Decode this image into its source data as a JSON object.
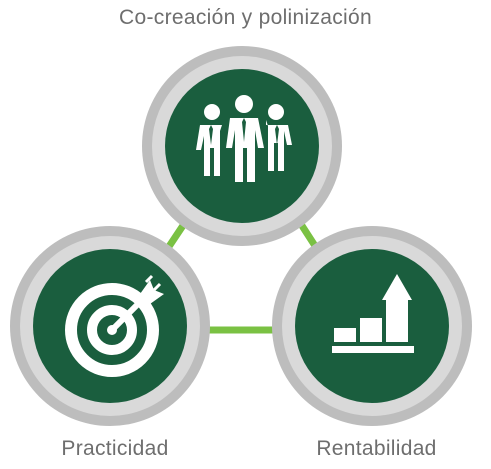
{
  "labels": {
    "top": "Co-creación y polinización",
    "left": "Practicidad",
    "right": "Rentabilidad"
  },
  "nodes": [
    {
      "id": "top",
      "icon": "people-group-icon"
    },
    {
      "id": "left",
      "icon": "target-arrow-icon"
    },
    {
      "id": "right",
      "icon": "growth-chart-arrow-icon"
    }
  ],
  "colors": {
    "circle_fill": "#1a5e3e",
    "ring_outer": "#bdbdbd",
    "ring_inner": "#d9d9d9",
    "connector": "#7ac143",
    "icon": "#ffffff",
    "label_text": "#6e6e6e"
  }
}
